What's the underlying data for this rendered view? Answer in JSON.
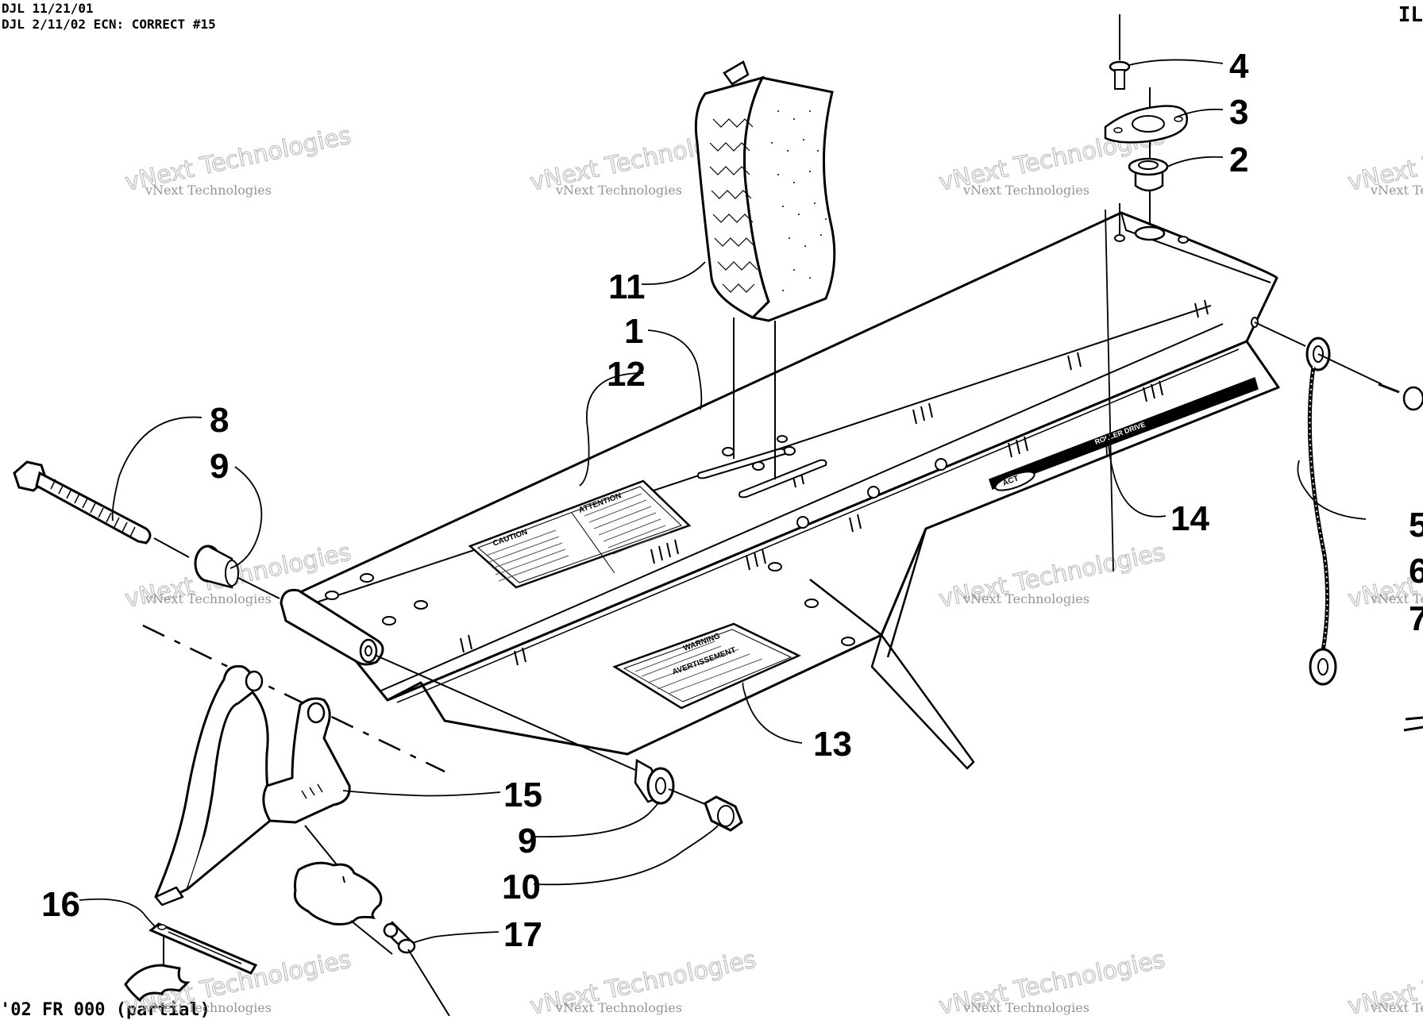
{
  "header": {
    "line1": "DJL 11/21/01",
    "line2": "DJL 2/11/02 ECN: CORRECT #15",
    "corner_code": "IL",
    "bottom_ref": "'02 FR 000 (partial)"
  },
  "callouts": {
    "c1": "1",
    "c2": "2",
    "c3": "3",
    "c4": "4",
    "c5": "5",
    "c6": "6",
    "c7": "7",
    "c8": "8",
    "c9a": "9",
    "c9b": "9",
    "c10": "10",
    "c11": "11",
    "c12": "12",
    "c13": "13",
    "c14": "14",
    "c15": "15",
    "c16": "16",
    "c17": "17"
  },
  "labels": {
    "caution_title": "CAUTION",
    "attention_title": "ATTENTION",
    "warning_title": "WARNING",
    "avertissement_title": "AVERTISSEMENT",
    "plate_logo": "ACT",
    "plate_text": "ROLLER DRIVE"
  },
  "watermark": {
    "line_small": "vNext Technologies",
    "line_big": "vNext Technologies"
  }
}
